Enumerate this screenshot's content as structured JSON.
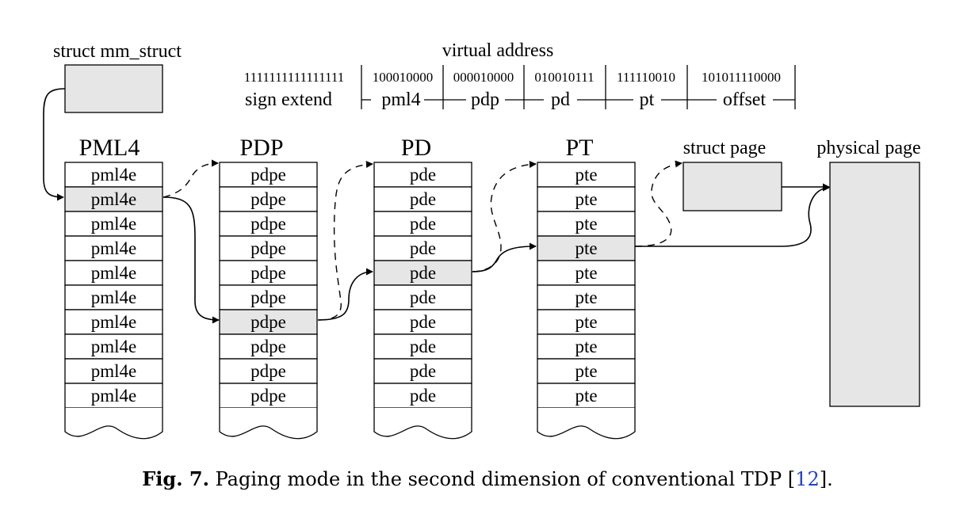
{
  "mm_struct_label": "struct mm_struct",
  "virtual_address": {
    "title": "virtual address",
    "bits": [
      "1111111111111111",
      "100010000",
      "000010000",
      "010010111",
      "111110010",
      "101011110000"
    ],
    "fields": [
      "sign extend",
      "pml4",
      "pdp",
      "pd",
      "pt",
      "offset"
    ]
  },
  "tables": [
    {
      "name": "PML4",
      "entry": "pml4e",
      "rows": 10,
      "highlight": 1
    },
    {
      "name": "PDP",
      "entry": "pdpe",
      "rows": 10,
      "highlight": 6
    },
    {
      "name": "PD",
      "entry": "pde",
      "rows": 10,
      "highlight": 4
    },
    {
      "name": "PT",
      "entry": "pte",
      "rows": 10,
      "highlight": 3
    }
  ],
  "struct_page_label": "struct page",
  "physical_page_label": "physical page",
  "caption": {
    "fig": "Fig. 7.",
    "text": " Paging mode in the second dimension of conventional TDP [",
    "ref": "12",
    "end": "]."
  },
  "colors": {
    "fill": "#e6e6e6",
    "stroke": "#000000",
    "ref": "#1f3fd0"
  }
}
